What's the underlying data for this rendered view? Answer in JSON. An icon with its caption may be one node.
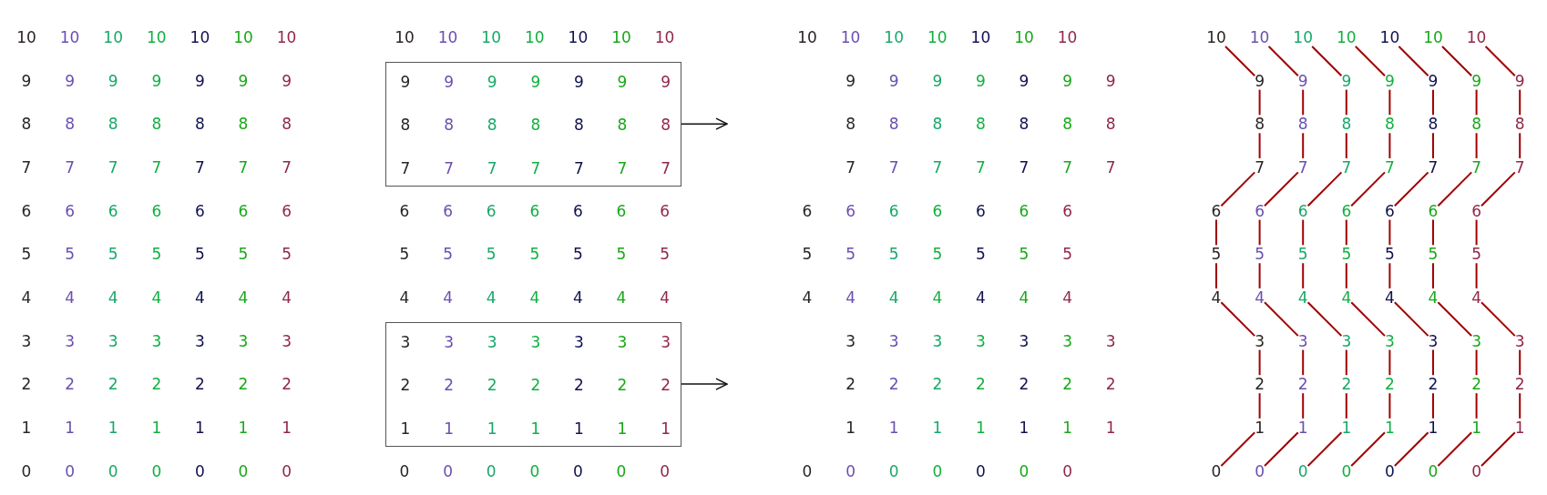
{
  "diagram": {
    "nodes": [
      {
        "text": [
          "9",
          "9",
          "9",
          "9",
          "9",
          "9",
          "9",
          "8",
          "8",
          "8",
          "8",
          "8",
          "8",
          "8",
          "7",
          "7",
          "7",
          "7",
          "7",
          "7",
          "7"
        ]
      },
      {
        "text": [
          "3",
          "3",
          "3",
          "3",
          "3",
          "3",
          "3",
          "2",
          "2",
          "2",
          "2",
          "2",
          "2",
          "2",
          "1",
          "1",
          "1",
          "1",
          "1",
          "1",
          "1"
        ]
      },
      {
        "text": [
          "10"
        ]
      },
      {
        "text": [
          "10"
        ]
      },
      {
        "text": [
          "10"
        ]
      },
      {
        "text": [
          "10"
        ]
      },
      {
        "text": [
          "10"
        ]
      },
      {
        "text": [
          "10"
        ]
      },
      {
        "text": [
          "10"
        ]
      },
      {
        "text": [
          "9"
        ]
      },
      {
        "text": [
          "9"
        ]
      },
      {
        "text": [
          "9"
        ]
      },
      {
        "text": [
          "9"
        ]
      },
      {
        "text": [
          "9"
        ]
      },
      {
        "text": [
          "9"
        ]
      },
      {
        "text": [
          "9"
        ]
      },
      {
        "text": [
          "8"
        ]
      },
      {
        "text": [
          "8"
        ]
      },
      {
        "text": [
          "8"
        ]
      },
      {
        "text": [
          "8"
        ]
      },
      {
        "text": [
          "8"
        ]
      },
      {
        "text": [
          "8"
        ]
      },
      {
        "text": [
          "8"
        ]
      },
      {
        "text": [
          "7"
        ]
      },
      {
        "text": [
          "7"
        ]
      },
      {
        "text": [
          "7"
        ]
      },
      {
        "text": [
          "7"
        ]
      },
      {
        "text": [
          "7"
        ]
      },
      {
        "text": [
          "7"
        ]
      },
      {
        "text": [
          "7"
        ]
      },
      {
        "text": [
          "6"
        ]
      },
      {
        "text": [
          "6"
        ]
      },
      {
        "text": [
          "6"
        ]
      },
      {
        "text": [
          "6"
        ]
      },
      {
        "text": [
          "6"
        ]
      },
      {
        "text": [
          "6"
        ]
      },
      {
        "text": [
          "6"
        ]
      },
      {
        "text": [
          "5"
        ]
      },
      {
        "text": [
          "5"
        ]
      },
      {
        "text": [
          "5"
        ]
      },
      {
        "text": [
          "5"
        ]
      },
      {
        "text": [
          "5"
        ]
      },
      {
        "text": [
          "5"
        ]
      },
      {
        "text": [
          "5"
        ]
      },
      {
        "text": [
          "4"
        ]
      },
      {
        "text": [
          "4"
        ]
      },
      {
        "text": [
          "4"
        ]
      },
      {
        "text": [
          "4"
        ]
      },
      {
        "text": [
          "4"
        ]
      },
      {
        "text": [
          "4"
        ]
      },
      {
        "text": [
          "4"
        ]
      },
      {
        "text": [
          "3"
        ]
      },
      {
        "text": [
          "3"
        ]
      },
      {
        "text": [
          "3"
        ]
      },
      {
        "text": [
          "3"
        ]
      },
      {
        "text": [
          "3"
        ]
      },
      {
        "text": [
          "3"
        ]
      },
      {
        "text": [
          "3"
        ]
      },
      {
        "text": [
          "2"
        ]
      },
      {
        "text": [
          "2"
        ]
      },
      {
        "text": [
          "2"
        ]
      },
      {
        "text": [
          "2"
        ]
      },
      {
        "text": [
          "2"
        ]
      },
      {
        "text": [
          "2"
        ]
      },
      {
        "text": [
          "2"
        ]
      },
      {
        "text": [
          "1"
        ]
      },
      {
        "text": [
          "1"
        ]
      },
      {
        "text": [
          "1"
        ]
      },
      {
        "text": [
          "1"
        ]
      },
      {
        "text": [
          "1"
        ]
      },
      {
        "text": [
          "1"
        ]
      },
      {
        "text": [
          "1"
        ]
      },
      {
        "text": [
          "0"
        ]
      },
      {
        "text": [
          "0"
        ]
      },
      {
        "text": [
          "0"
        ]
      },
      {
        "text": [
          "0"
        ]
      },
      {
        "text": [
          "0"
        ]
      },
      {
        "text": [
          "0"
        ]
      },
      {
        "text": [
          "0"
        ]
      }
    ],
    "edges": [
      {
        "from": 0,
        "to": null,
        "arrow": "to",
        "color": "#111111"
      },
      {
        "from": 1,
        "to": null,
        "arrow": "to",
        "color": "#111111"
      },
      {
        "from": 2,
        "to": 9,
        "arrow": "none"
      },
      {
        "from": 9,
        "to": 16,
        "arrow": "none"
      },
      {
        "from": 16,
        "to": 23,
        "arrow": "none"
      },
      {
        "from": 23,
        "to": 30,
        "arrow": "none"
      },
      {
        "from": 30,
        "to": 37,
        "arrow": "none"
      },
      {
        "from": 37,
        "to": 44,
        "arrow": "none"
      },
      {
        "from": 44,
        "to": 51,
        "arrow": "none"
      },
      {
        "from": 51,
        "to": 58,
        "arrow": "none"
      },
      {
        "from": 58,
        "to": 65,
        "arrow": "none"
      },
      {
        "from": 65,
        "to": 72,
        "arrow": "none"
      },
      {
        "from": 3,
        "to": 10,
        "arrow": "none"
      },
      {
        "from": 10,
        "to": 17,
        "arrow": "none"
      },
      {
        "from": 17,
        "to": 24,
        "arrow": "none"
      },
      {
        "from": 24,
        "to": 31,
        "arrow": "none"
      },
      {
        "from": 31,
        "to": 38,
        "arrow": "none"
      },
      {
        "from": 38,
        "to": 45,
        "arrow": "none"
      },
      {
        "from": 45,
        "to": 52,
        "arrow": "none"
      },
      {
        "from": 52,
        "to": 59,
        "arrow": "none"
      },
      {
        "from": 59,
        "to": 66,
        "arrow": "none"
      },
      {
        "from": 66,
        "to": 73,
        "arrow": "none"
      },
      {
        "from": 4,
        "to": 11,
        "arrow": "none"
      },
      {
        "from": 11,
        "to": 18,
        "arrow": "none"
      },
      {
        "from": 18,
        "to": 25,
        "arrow": "none"
      },
      {
        "from": 25,
        "to": 32,
        "arrow": "none"
      },
      {
        "from": 32,
        "to": 39,
        "arrow": "none"
      },
      {
        "from": 39,
        "to": 46,
        "arrow": "none"
      },
      {
        "from": 46,
        "to": 53,
        "arrow": "none"
      },
      {
        "from": 53,
        "to": 60,
        "arrow": "none"
      },
      {
        "from": 60,
        "to": 67,
        "arrow": "none"
      },
      {
        "from": 67,
        "to": 74,
        "arrow": "none"
      },
      {
        "from": 5,
        "to": 12,
        "arrow": "none"
      },
      {
        "from": 12,
        "to": 19,
        "arrow": "none"
      },
      {
        "from": 19,
        "to": 26,
        "arrow": "none"
      },
      {
        "from": 26,
        "to": 33,
        "arrow": "none"
      },
      {
        "from": 33,
        "to": 40,
        "arrow": "none"
      },
      {
        "from": 40,
        "to": 47,
        "arrow": "none"
      },
      {
        "from": 47,
        "to": 54,
        "arrow": "none"
      },
      {
        "from": 54,
        "to": 61,
        "arrow": "none"
      },
      {
        "from": 61,
        "to": 68,
        "arrow": "none"
      },
      {
        "from": 68,
        "to": 75,
        "arrow": "none"
      },
      {
        "from": 6,
        "to": 13,
        "arrow": "none"
      },
      {
        "from": 13,
        "to": 20,
        "arrow": "none"
      },
      {
        "from": 20,
        "to": 27,
        "arrow": "none"
      },
      {
        "from": 27,
        "to": 34,
        "arrow": "none"
      },
      {
        "from": 34,
        "to": 41,
        "arrow": "none"
      },
      {
        "from": 41,
        "to": 48,
        "arrow": "none"
      },
      {
        "from": 48,
        "to": 55,
        "arrow": "none"
      },
      {
        "from": 55,
        "to": 62,
        "arrow": "none"
      },
      {
        "from": 62,
        "to": 69,
        "arrow": "none"
      },
      {
        "from": 69,
        "to": 76,
        "arrow": "none"
      },
      {
        "from": 7,
        "to": 14,
        "arrow": "none"
      },
      {
        "from": 14,
        "to": 21,
        "arrow": "none"
      },
      {
        "from": 21,
        "to": 28,
        "arrow": "none"
      },
      {
        "from": 28,
        "to": 35,
        "arrow": "none"
      },
      {
        "from": 35,
        "to": 42,
        "arrow": "none"
      },
      {
        "from": 42,
        "to": 49,
        "arrow": "none"
      },
      {
        "from": 49,
        "to": 56,
        "arrow": "none"
      },
      {
        "from": 56,
        "to": 63,
        "arrow": "none"
      },
      {
        "from": 63,
        "to": 70,
        "arrow": "none"
      },
      {
        "from": 70,
        "to": 77,
        "arrow": "none"
      },
      {
        "from": 8,
        "to": 15,
        "arrow": "none"
      },
      {
        "from": 15,
        "to": 22,
        "arrow": "none"
      },
      {
        "from": 22,
        "to": 29,
        "arrow": "none"
      },
      {
        "from": 29,
        "to": 36,
        "arrow": "none"
      },
      {
        "from": 36,
        "to": 43,
        "arrow": "none"
      },
      {
        "from": 43,
        "to": 50,
        "arrow": "none"
      },
      {
        "from": 50,
        "to": 57,
        "arrow": "none"
      },
      {
        "from": 57,
        "to": 64,
        "arrow": "none"
      },
      {
        "from": 64,
        "to": 71,
        "arrow": "none"
      },
      {
        "from": 71,
        "to": 78,
        "arrow": "none"
      }
    ],
    "labels": [
      "10",
      "10",
      "10",
      "10",
      "10",
      "10",
      "10",
      "9",
      "9",
      "9",
      "9",
      "9",
      "9",
      "9",
      "8",
      "8",
      "8",
      "8",
      "8",
      "8",
      "8",
      "7",
      "7",
      "7",
      "7",
      "7",
      "7",
      "7",
      "6",
      "6",
      "6",
      "6",
      "6",
      "6",
      "6",
      "5",
      "5",
      "5",
      "5",
      "5",
      "5",
      "5",
      "4",
      "4",
      "4",
      "4",
      "4",
      "4",
      "4",
      "3",
      "3",
      "3",
      "3",
      "3",
      "3",
      "3",
      "2",
      "2",
      "2",
      "2",
      "2",
      "2",
      "2",
      "1",
      "1",
      "1",
      "1",
      "1",
      "1",
      "1",
      "0",
      "0",
      "0",
      "0",
      "0",
      "0",
      "0",
      "10",
      "10",
      "10",
      "10",
      "10",
      "10",
      "10",
      "6",
      "6",
      "6",
      "6",
      "6",
      "6",
      "6",
      "5",
      "5",
      "5",
      "5",
      "5",
      "5",
      "5",
      "4",
      "4",
      "4",
      "4",
      "4",
      "4",
      "4",
      "0",
      "0",
      "0",
      "0",
      "0",
      "0",
      "0",
      "10",
      "10",
      "10",
      "10",
      "10",
      "10",
      "10",
      "9",
      "9",
      "9",
      "9",
      "9",
      "9",
      "9",
      "8",
      "8",
      "8",
      "8",
      "8",
      "8",
      "8",
      "7",
      "7",
      "7",
      "7",
      "7",
      "7",
      "7",
      "6",
      "6",
      "6",
      "6",
      "6",
      "6",
      "6",
      "5",
      "5",
      "5",
      "5",
      "5",
      "5",
      "5",
      "4",
      "4",
      "4",
      "4",
      "4",
      "4",
      "4",
      "3",
      "3",
      "3",
      "3",
      "3",
      "3",
      "3",
      "2",
      "2",
      "2",
      "2",
      "2",
      "2",
      "2",
      "1",
      "1",
      "1",
      "1",
      "1",
      "1",
      "1",
      "0",
      "0",
      "0",
      "0",
      "0",
      "0",
      "0"
    ]
  }
}
